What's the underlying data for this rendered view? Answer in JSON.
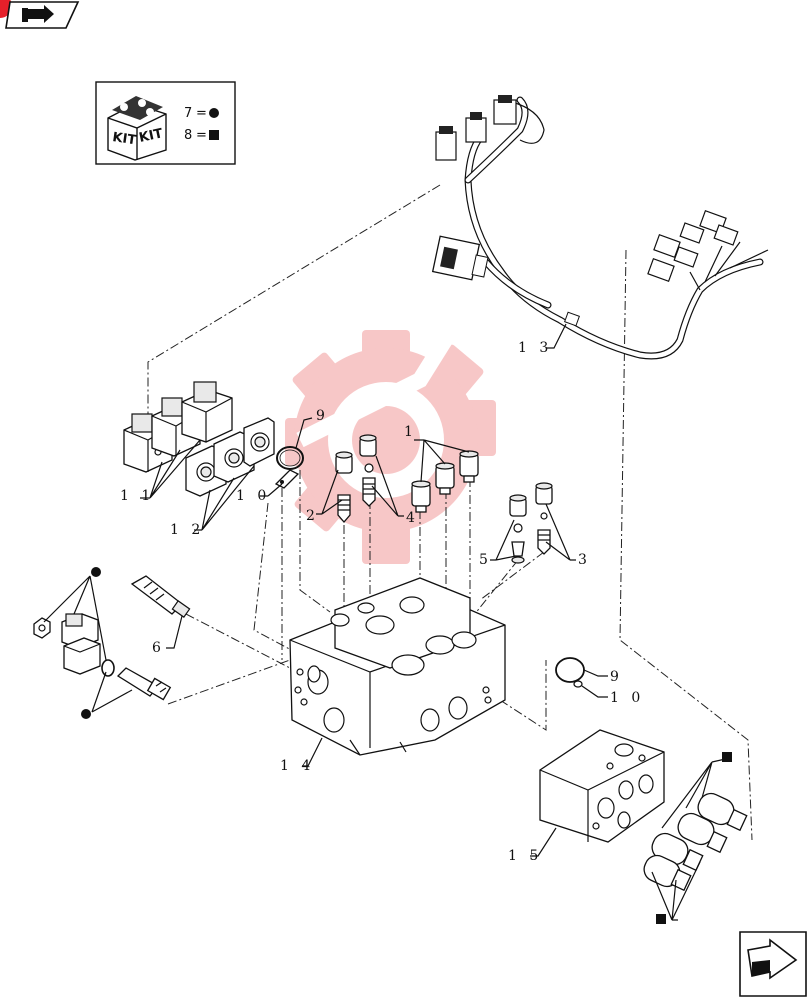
{
  "kit_box": {
    "icon_text_left": "KIT",
    "icon_text_right": "KIT",
    "legend": [
      {
        "number": "7",
        "symbol": "circle"
      },
      {
        "number": "8",
        "symbol": "square"
      }
    ]
  },
  "callouts": {
    "c1": "1",
    "c2": "2",
    "c3": "3",
    "c4": "4",
    "c5": "5",
    "c6": "6",
    "c9a": "9",
    "c9b": "9",
    "c10a": "1 0",
    "c10b": "1 0",
    "c11": "1 1",
    "c12": "1 2",
    "c13": "1 3",
    "c14": "1 4",
    "c15": "1 5"
  },
  "legend_glyph": "=",
  "colors": {
    "badge": "#e6202a",
    "watermark": "#f5b5b5",
    "ink": "#111111"
  },
  "icons": {
    "top_left": "book-arrow-icon",
    "bottom_right": "next-page-arrow-icon"
  }
}
